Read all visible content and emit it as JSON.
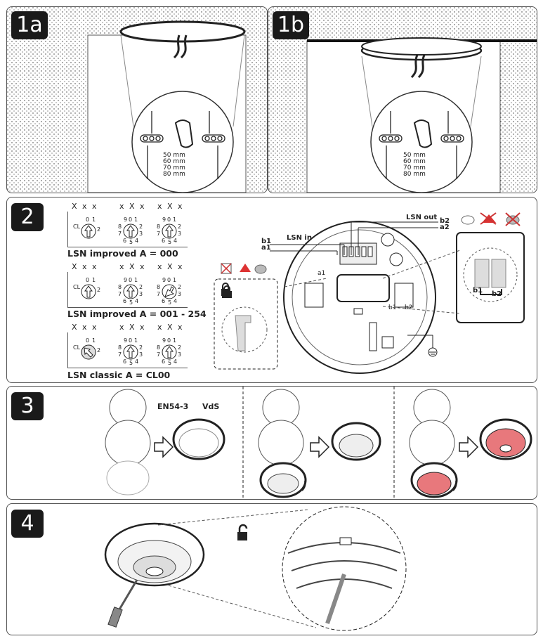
{
  "steps": {
    "s1a": "1a",
    "s1b": "1b",
    "s2": "2",
    "s3": "3",
    "s4": "4"
  },
  "measurements": [
    "50 mm",
    "60 mm",
    "70 mm",
    "80 mm"
  ],
  "lsn": {
    "improved_000": "LSN improved A = 000",
    "improved_range": "LSN improved A = 001 - 254",
    "classic": "LSN classic A = CL00"
  },
  "dial_headers": {
    "row1": [
      "X x x",
      "x X x",
      "x X x"
    ],
    "row2": [
      "X x x",
      "x X x",
      "x X x"
    ],
    "row3": [
      "X x x",
      "x X x",
      "x X x"
    ]
  },
  "terminals": {
    "lsn_out": "LSN out",
    "lsn_in": "LSN in",
    "b2": "b2",
    "a2": "a2",
    "b1": "b1",
    "a1": "a1"
  },
  "step3": {
    "en54": "EN54-3",
    "vds": "VdS"
  },
  "colors": {
    "pink": "#e8787c",
    "dark": "#1a1a1a",
    "red": "#d33"
  }
}
